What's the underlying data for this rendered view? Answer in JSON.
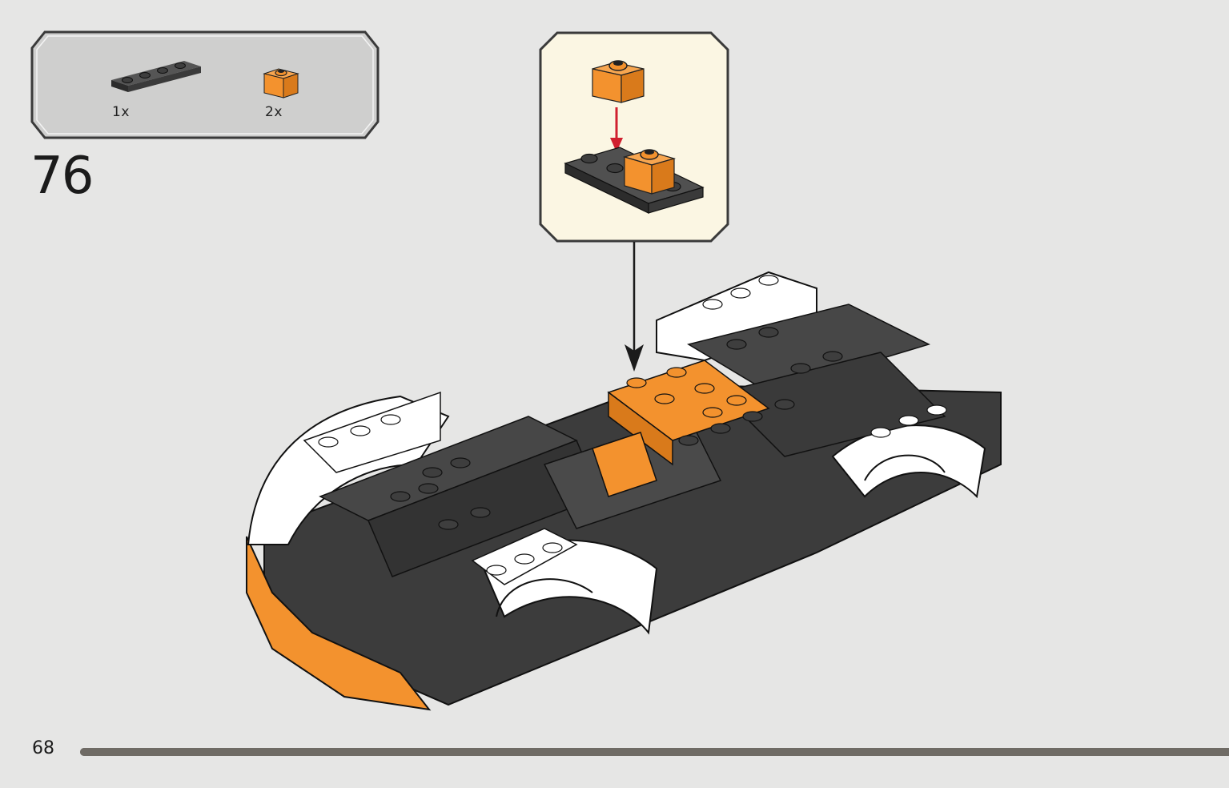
{
  "colors": {
    "page_bg": "#e6e6e5",
    "callout_bg": "#cfcfce",
    "subassembly_bg": "#fbf6e3",
    "brick_orange": "#f3922e",
    "brick_dark": "#3e3e3e",
    "brick_white": "#ffffff",
    "arrow_red": "#d0202f",
    "progress": "#6f6b65"
  },
  "parts_callout": {
    "items": [
      {
        "part": "dark-grey-plate-1x4",
        "quantity": "1x"
      },
      {
        "part": "orange-brick-1x1",
        "quantity": "2x"
      }
    ]
  },
  "step": {
    "number": "76"
  },
  "subassembly": {
    "description_icon": "orange-brick-onto-plate",
    "arrow": "red-down-arrow"
  },
  "footer": {
    "page_number": "68",
    "progress_fraction": 1.0
  }
}
